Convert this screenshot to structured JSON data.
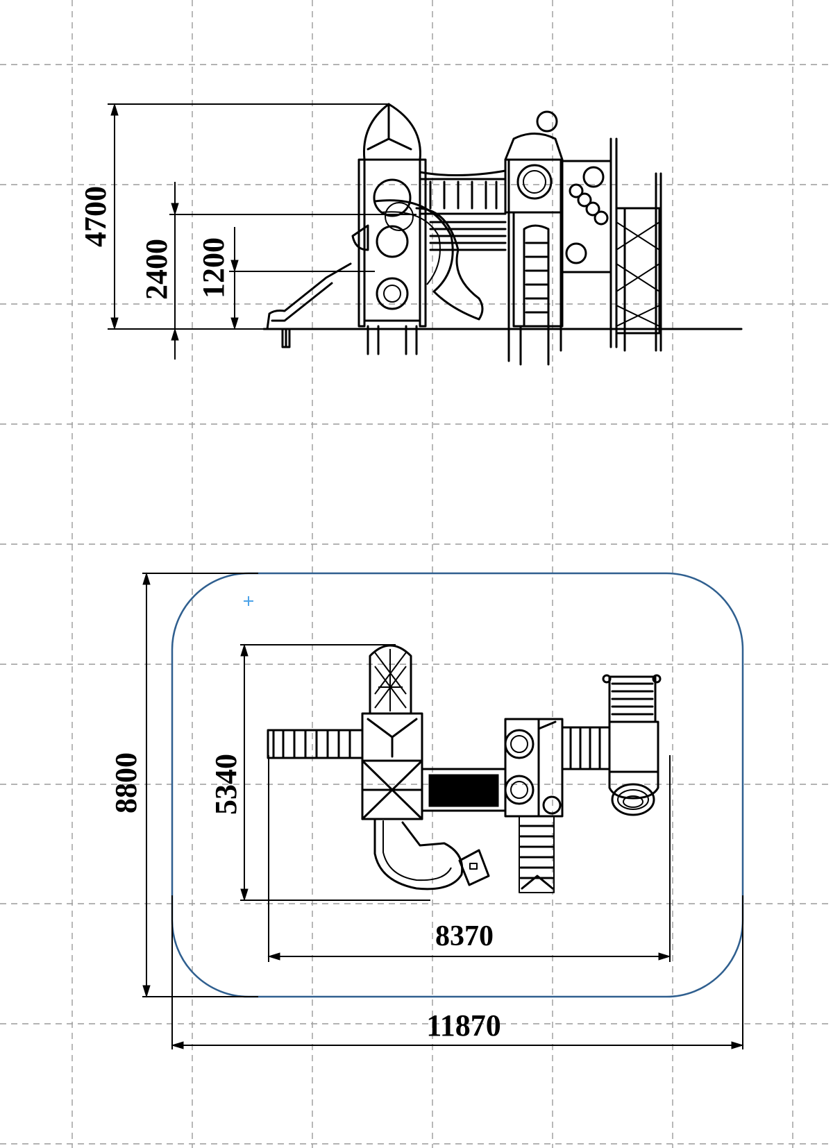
{
  "drawing": {
    "elevation_view": {
      "dimensions": {
        "height_total": "4700",
        "height_platform_high": "2400",
        "height_platform_low": "1200"
      }
    },
    "plan_view": {
      "dimensions": {
        "safety_zone_height": "8800",
        "safety_zone_width": "11870",
        "equipment_depth": "5340",
        "equipment_length": "8370"
      }
    }
  },
  "colors": {
    "grid": "#9a9a9a",
    "ink": "#000000",
    "safety_zone_outline": "#2f5f8f",
    "marker": "#4da3e8"
  }
}
